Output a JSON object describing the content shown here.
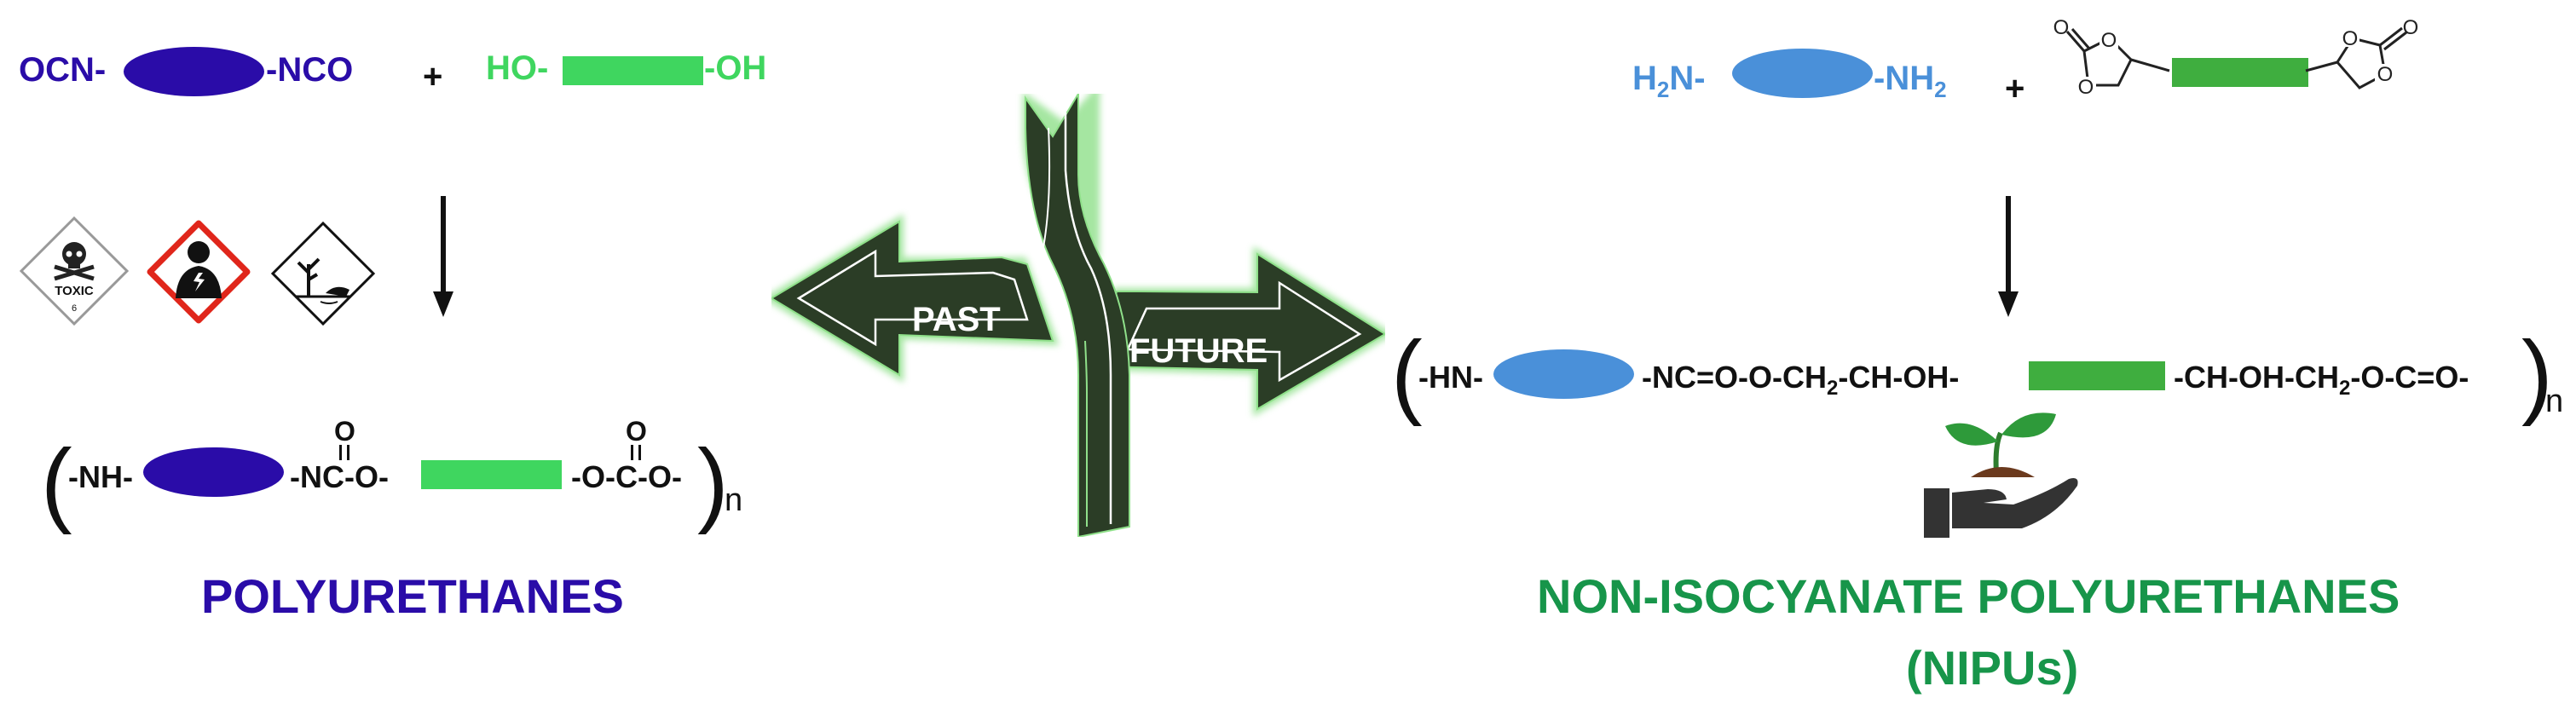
{
  "left": {
    "isocyanate": {
      "left": "OCN-",
      "right": "-NCO"
    },
    "plus1": "+",
    "diol": {
      "left": "HO-",
      "right": "-OH"
    },
    "toxic_label": "TOXIC",
    "toxic_class": "6",
    "polymer": {
      "nh": "-NH-",
      "nc": "-NC-O-",
      "carbonyl_o1": "O",
      "occo": "-O-C-O-",
      "carbonyl_o2": "O",
      "subscript": "n",
      "paren_open": "(",
      "paren_close": ")"
    },
    "title": "POLYURETHANES"
  },
  "center": {
    "past_label": "PAST",
    "future_label": "FUTURE"
  },
  "right": {
    "amine": {
      "left": "H",
      "left_sub": "2",
      "left_tail": "N-",
      "right": "-NH",
      "right_sub": "2"
    },
    "plus2": "+",
    "carbonate_o": "O",
    "polymer": {
      "hn": "-HN-",
      "mid_prefix": "-NC=O-O-CH",
      "mid_sub": "2",
      "mid_suffix": "-CH-OH-",
      "end_prefix": "-CH-OH-CH",
      "end_sub": "2",
      "end_suffix": "-O-C=O-",
      "subscript": "n",
      "paren_open": "(",
      "paren_close": ")"
    },
    "title_line1": "NON-ISOCYANATE POLYURETHANES",
    "title_line2": "(NIPUs)"
  },
  "colors": {
    "purple": "#2a0ca8",
    "light_green": "#3fd65f",
    "blue": "#4a90d9",
    "dark_green_text": "#17954a",
    "arrow_green": "#2b3d26",
    "arrow_glow": "#8fe08a"
  }
}
